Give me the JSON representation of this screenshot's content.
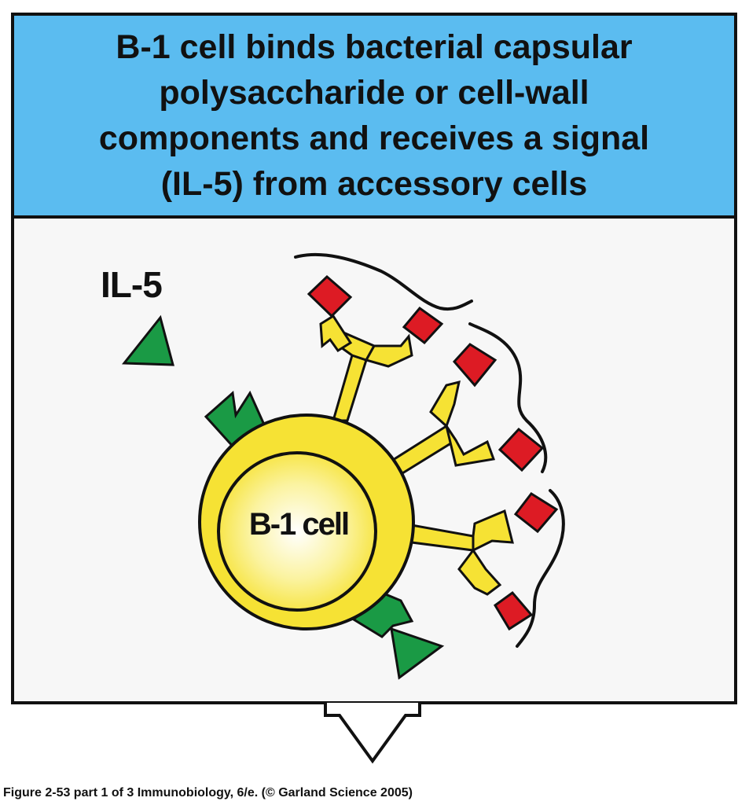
{
  "title": {
    "lines": [
      "B-1 cell binds bacterial capsular",
      "polysaccharide or cell-wall",
      "components and receives a signal",
      "(IL-5) from accessory cells"
    ]
  },
  "labels": {
    "il5": "IL-5",
    "cell": "B-1 cell"
  },
  "caption": "Figure 2-53 part 1 of 3  Immunobiology, 6/e. (© Garland Science 2005)",
  "colors": {
    "header_bg": "#5bbcf0",
    "panel_bg": "#f7f7f7",
    "cell_yellow": "#f6e234",
    "antigen_red": "#dd1b24",
    "il5_green": "#1a9a45",
    "outline": "#111111"
  }
}
